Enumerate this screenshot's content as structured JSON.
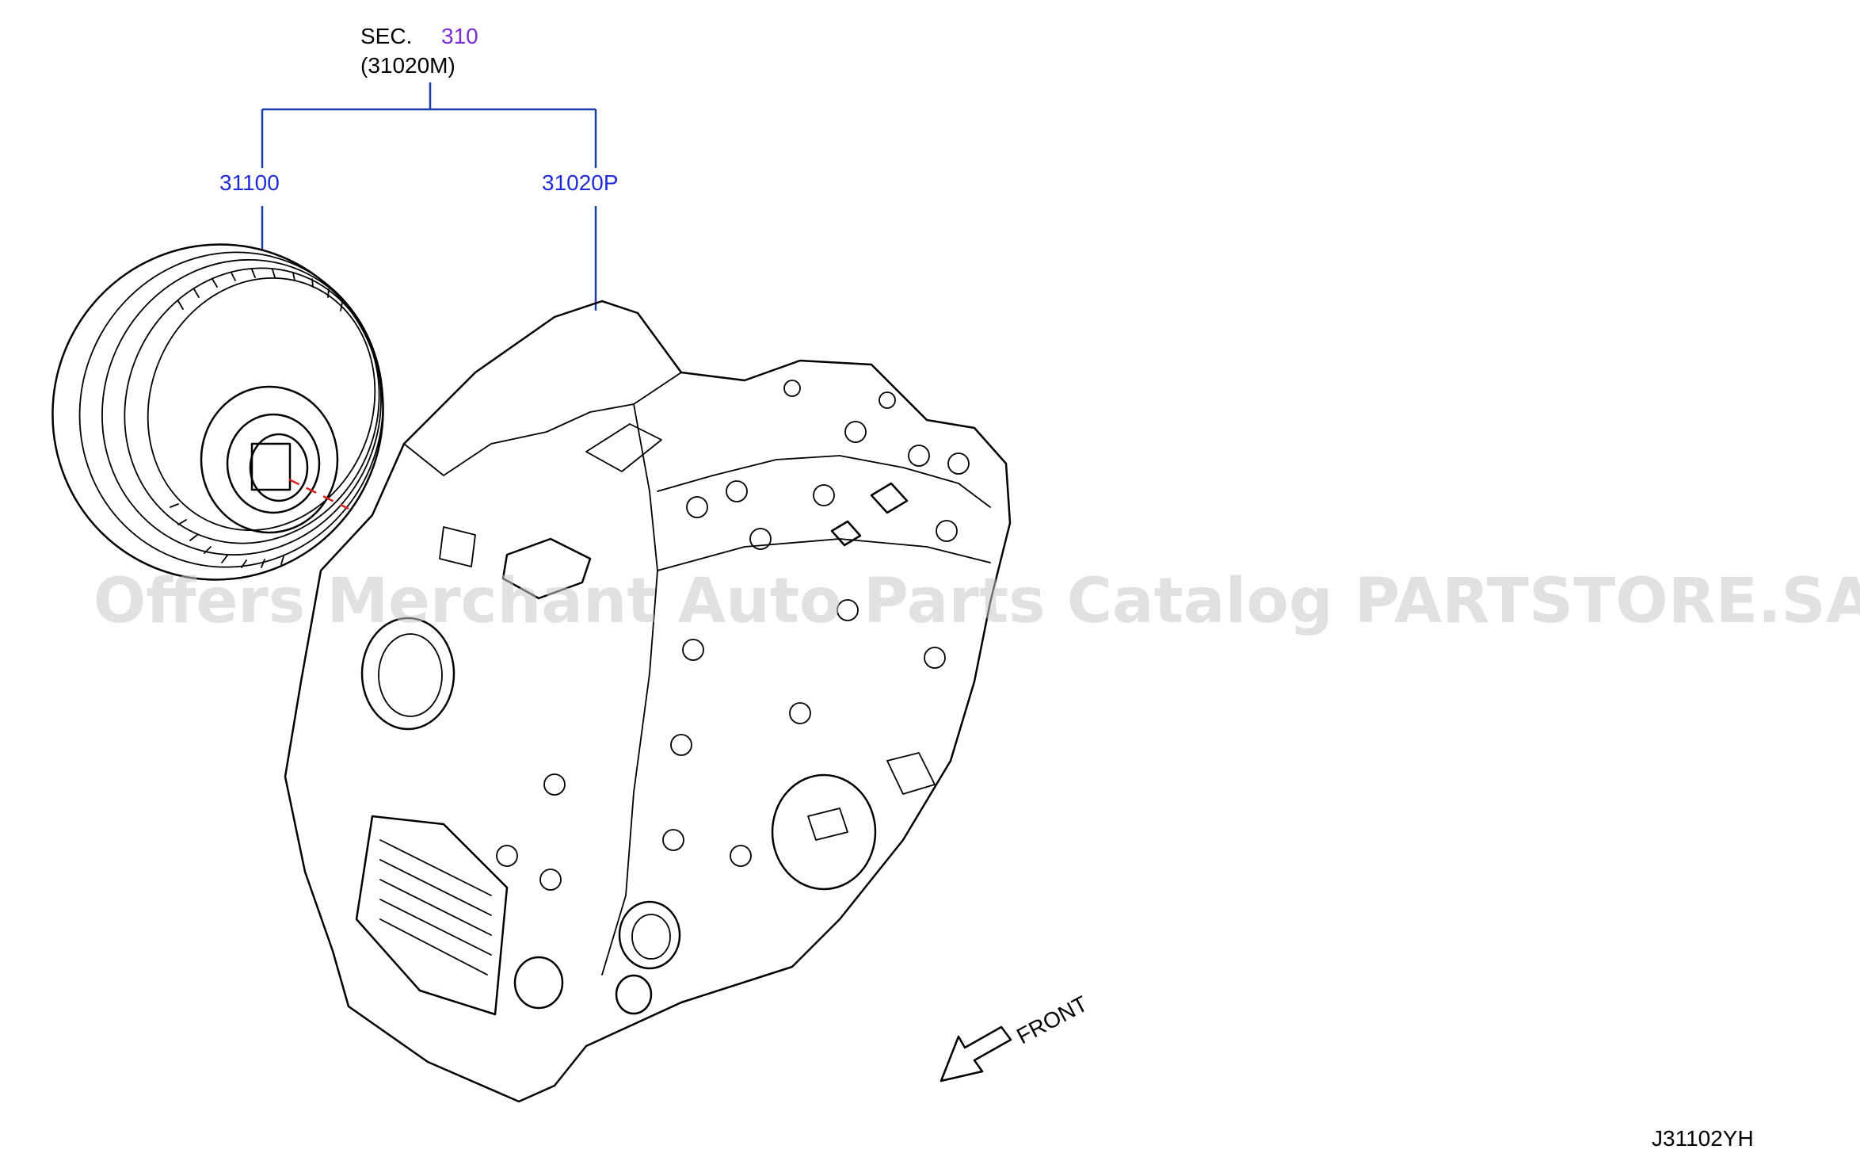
{
  "section": {
    "prefix": "SEC.",
    "number": "310",
    "subref": "(31020M)"
  },
  "callouts": {
    "torque_converter": "31100",
    "transaxle": "31020P"
  },
  "front_label": "FRONT",
  "diagram_code": "J31102YH",
  "watermark": "Offers Merchant Auto Parts Catalog PARTSTORE.SA",
  "colors": {
    "callout_text": "#1f2bd6",
    "section_link": "#7a2bd6",
    "leader_line": "#1a3fa8",
    "centerline": "#d8201c"
  }
}
